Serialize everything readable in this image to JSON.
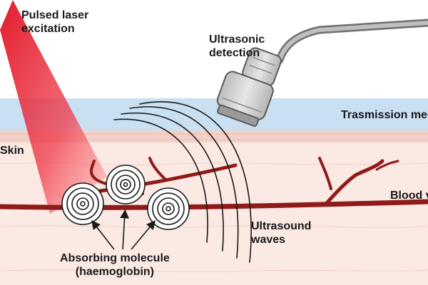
{
  "labels": {
    "laser_line1": "Pulsed laser",
    "laser_line2": "excitation",
    "detection_line1": "Ultrasonic",
    "detection_line2": "detection",
    "medium": "Trasmission medium",
    "skin": "Skin",
    "blood": "Blood vessel",
    "waves_line1": "Ultrasound",
    "waves_line2": "waves",
    "absorb_line1": "Absorbing molecule",
    "absorb_line2": "(haemoglobin)"
  },
  "colors": {
    "medium_band": "#c9dff2",
    "skin_surface": "#f6dcd2",
    "tissue": "#fbe9e4",
    "vessel": "#8f1a1a",
    "laser": "#e01020",
    "probe": "#d8d8d8",
    "text": "#1a1a1a"
  },
  "icons": {
    "probe": "ultrasound-transducer-icon",
    "absorbers": "concentric-circles-icon"
  }
}
